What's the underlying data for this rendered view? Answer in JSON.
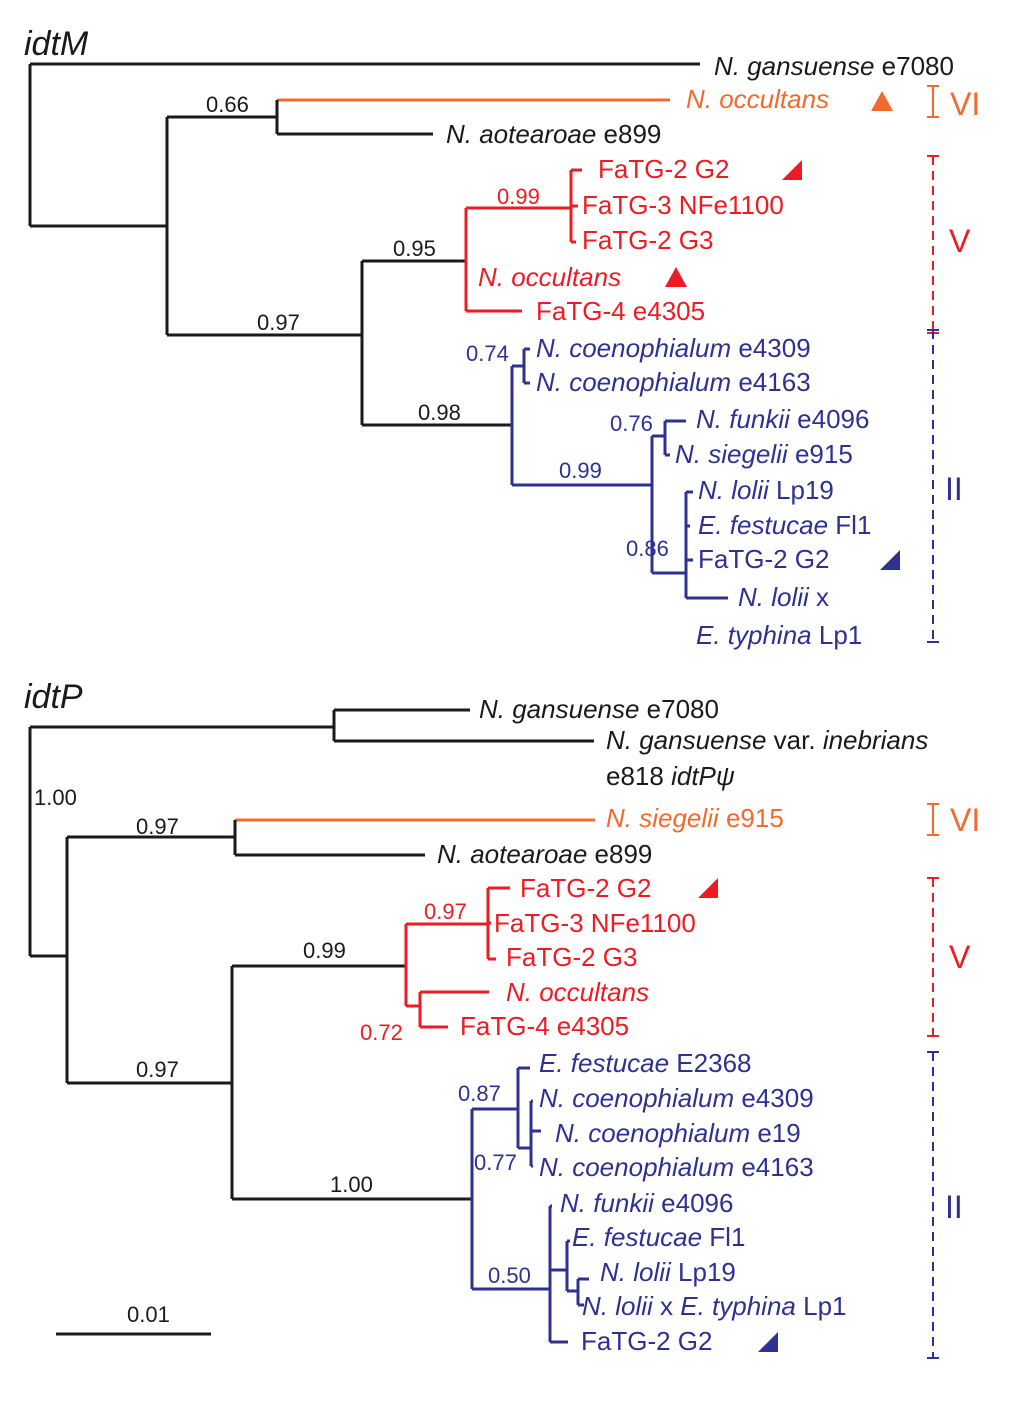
{
  "colors": {
    "black": "#1a1a1a",
    "vi": "#f26a2e",
    "v": "#ed1c24",
    "ii": "#2e3192"
  },
  "icons": {
    "triangle_full": "filled-triangle-icon",
    "triangle_half": "right-triangle-icon"
  },
  "trees": [
    {
      "title": "idtM",
      "tips": [
        {
          "name": [
            "N. gansuense",
            " e7080"
          ],
          "clade": "black"
        },
        {
          "name": [
            "N. occultans",
            ""
          ],
          "clade": "vi",
          "marker": "triangle_full"
        },
        {
          "name": [
            "N. aotearoae",
            " e899"
          ],
          "clade": "black"
        },
        {
          "name": [
            "",
            "FaTG-2 G2"
          ],
          "clade": "v",
          "marker": "triangle_half"
        },
        {
          "name": [
            "",
            "FaTG-3 NFe1100"
          ],
          "clade": "v"
        },
        {
          "name": [
            "",
            "FaTG-2 G3"
          ],
          "clade": "v"
        },
        {
          "name": [
            "N. occultans",
            ""
          ],
          "clade": "v",
          "marker": "triangle_full"
        },
        {
          "name": [
            "",
            "FaTG-4 e4305"
          ],
          "clade": "v"
        },
        {
          "name": [
            "N. coenophialum",
            " e4309"
          ],
          "clade": "ii"
        },
        {
          "name": [
            "N. coenophialum",
            " e4163"
          ],
          "clade": "ii"
        },
        {
          "name": [
            "N. funkii",
            " e4096"
          ],
          "clade": "ii"
        },
        {
          "name": [
            "N. siegelii",
            " e915"
          ],
          "clade": "ii"
        },
        {
          "name": [
            "N. lolii",
            " Lp19"
          ],
          "clade": "ii"
        },
        {
          "name": [
            "E. festucae",
            " Fl1"
          ],
          "clade": "ii"
        },
        {
          "name": [
            "",
            "FaTG-2 G2"
          ],
          "clade": "ii",
          "marker": "triangle_half"
        },
        {
          "name": [
            "N. lolii",
            " x"
          ],
          "clade": "ii"
        },
        {
          "name": [
            "E. typhina",
            " Lp1"
          ],
          "clade": "ii"
        }
      ],
      "support": [
        "0.66",
        "0.97",
        "0.95",
        "0.99",
        "0.98",
        "0.74",
        "0.99",
        "0.76",
        "0.86"
      ],
      "clades": [
        "VI",
        "V",
        "II"
      ]
    },
    {
      "title": "idtP",
      "tips": [
        {
          "name": [
            "N. gansuense",
            " e7080"
          ],
          "clade": "black"
        },
        {
          "name": [
            "N. gansuense",
            " var. ",
            "inebrians"
          ],
          "clade": "black"
        },
        {
          "name": [
            "",
            "e818 ",
            "idtPψ"
          ],
          "clade": "black"
        },
        {
          "name": [
            "N. siegelii",
            " e915"
          ],
          "clade": "vi"
        },
        {
          "name": [
            "N. aotearoae",
            " e899"
          ],
          "clade": "black"
        },
        {
          "name": [
            "",
            "FaTG-2 G2"
          ],
          "clade": "v",
          "marker": "triangle_half"
        },
        {
          "name": [
            "",
            "FaTG-3 NFe1100"
          ],
          "clade": "v"
        },
        {
          "name": [
            "",
            "FaTG-2 G3"
          ],
          "clade": "v"
        },
        {
          "name": [
            "N. occultans",
            ""
          ],
          "clade": "v"
        },
        {
          "name": [
            "",
            "FaTG-4 e4305"
          ],
          "clade": "v"
        },
        {
          "name": [
            "E. festucae",
            " E2368"
          ],
          "clade": "ii"
        },
        {
          "name": [
            "N. coenophialum",
            " e4309"
          ],
          "clade": "ii"
        },
        {
          "name": [
            "N. coenophialum",
            " e19"
          ],
          "clade": "ii"
        },
        {
          "name": [
            "N. coenophialum",
            " e4163"
          ],
          "clade": "ii"
        },
        {
          "name": [
            "N. funkii",
            " e4096"
          ],
          "clade": "ii"
        },
        {
          "name": [
            "E. festucae",
            " Fl1"
          ],
          "clade": "ii"
        },
        {
          "name": [
            "N. lolii",
            " Lp19"
          ],
          "clade": "ii"
        },
        {
          "name": [
            "N. lolii",
            " x ",
            "E. typhina",
            " Lp1"
          ],
          "clade": "ii"
        },
        {
          "name": [
            "",
            "FaTG-2 G2"
          ],
          "clade": "ii",
          "marker": "triangle_half"
        }
      ],
      "support": [
        "1.00",
        "0.97",
        "0.97",
        "0.99",
        "0.97",
        "0.72",
        "1.00",
        "0.87",
        "0.77",
        "0.50"
      ],
      "clades": [
        "VI",
        "V",
        "II"
      ]
    }
  ],
  "scale_bar": {
    "label": "0.01",
    "length": 0.01
  }
}
